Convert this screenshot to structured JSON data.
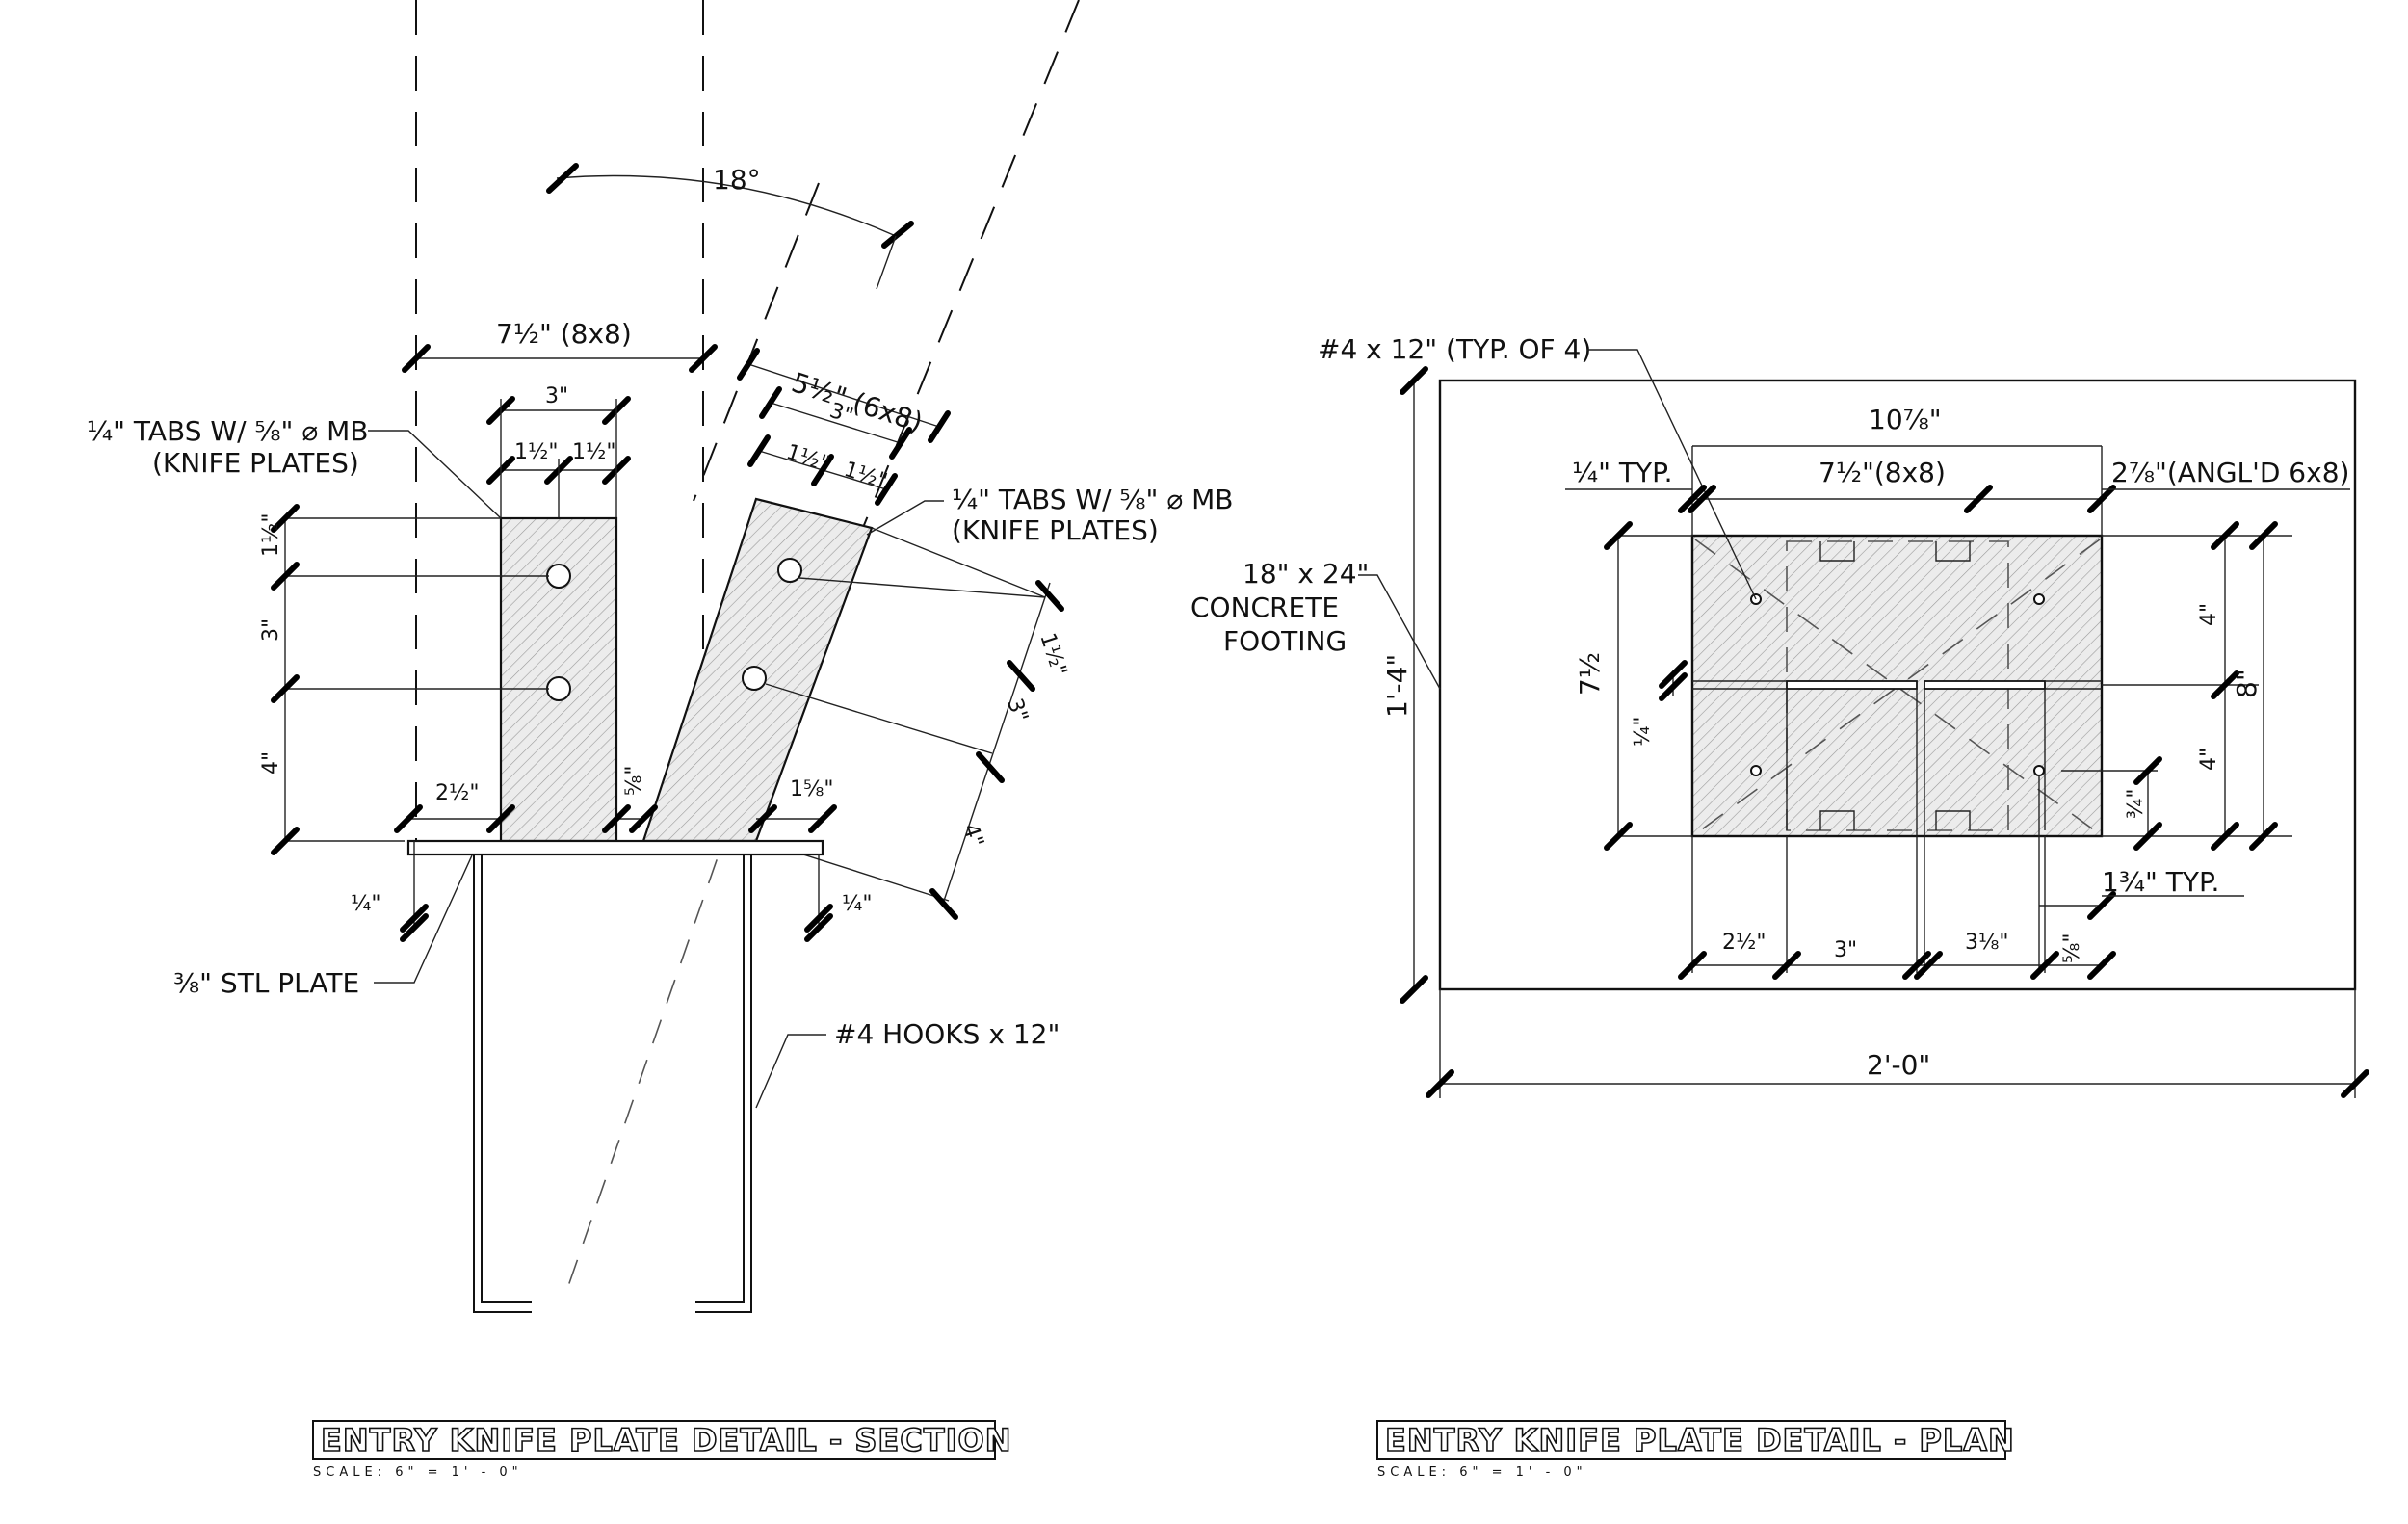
{
  "section": {
    "angle": "18°",
    "post_8x8": "7½\" (8x8)",
    "post_6x8": "5½\" (6x8)",
    "tab_width_left": "3\"",
    "tab_width_right": "3\"",
    "half_1": "1½\"",
    "half_2": "1½\"",
    "half_3": "1½\"",
    "half_4": "1½\"",
    "tabs_note_left_line1": "¼\" TABS W/ ⅝\" ⌀ MB",
    "tabs_note_left_line2": "(KNIFE PLATES)",
    "tabs_note_right_line1": "¼\" TABS W/ ⅝\" ⌀ MB",
    "tabs_note_right_line2": "(KNIFE PLATES)",
    "dim_left_1": "1½\"",
    "dim_left_2": "3\"",
    "dim_left_3": "4\"",
    "dim_right_1": "1½\"",
    "dim_right_2": "3\"",
    "dim_right_3": "4\"",
    "offset_left": "2½\"",
    "gap": "⅝\"",
    "offset_right": "1⅝\"",
    "plate_thk_left": "¼\"",
    "plate_thk_right": "¼\"",
    "stl_plate": "⅜\" STL PLATE",
    "hooks": "#4 HOOKS x 12\""
  },
  "plan": {
    "bars_note": "#4 x 12\" (TYP. OF 4)",
    "overall_width": "10⅞\"",
    "qtr_typ": "¼\" TYP.",
    "post_8x8": "7½\"(8x8)",
    "angled_6x8": "2⅞\"(ANGL'D 6x8)",
    "footing_line1": "18\" x 24\"",
    "footing_line2": "CONCRETE",
    "footing_line3": "FOOTING",
    "height_1_4": "1'-4\"",
    "dim_7_5": "7½",
    "dim_qtr": "¼\"",
    "dim_4_top": "4\"",
    "dim_4_bottom": "4\"",
    "dim_8": "8\"",
    "dim_3_4": "¾\"",
    "edge_typ": "1¾\" TYP.",
    "bot_2_5": "2½\"",
    "bot_3": "3\"",
    "bot_3_125": "3⅛\"",
    "bot_5_8": "⅝\"",
    "width_2_0": "2'-0\""
  },
  "titles": {
    "section_title": "ENTRY KNIFE PLATE DETAIL - SECTION",
    "section_scale": "SCALE: 6\" = 1' - 0\"",
    "plan_title": "ENTRY KNIFE PLATE DETAIL - PLAN",
    "plan_scale": "SCALE: 6\" = 1' - 0\""
  }
}
